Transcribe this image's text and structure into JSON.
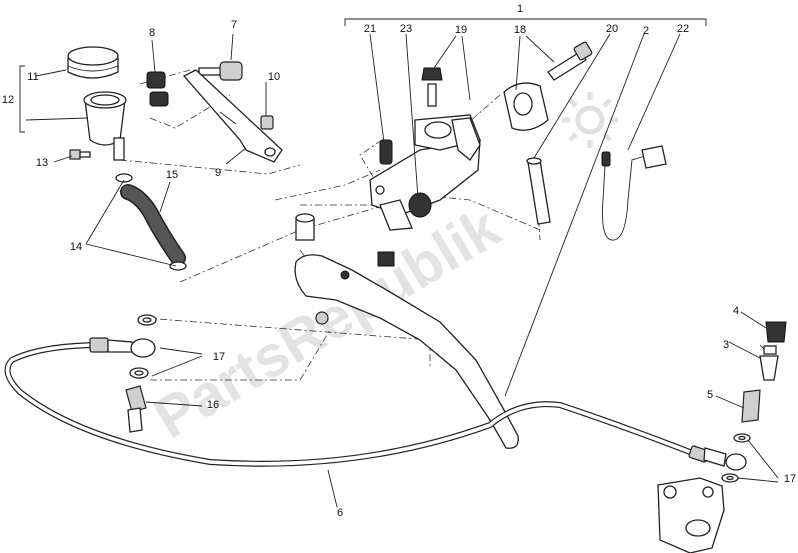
{
  "callouts": {
    "c1": "1",
    "c2": "2",
    "c3": "3",
    "c4": "4",
    "c5": "5",
    "c6": "6",
    "c7": "7",
    "c8": "8",
    "c9": "9",
    "c10": "10",
    "c11": "11",
    "c12": "12",
    "c13": "13",
    "c14": "14",
    "c15": "15",
    "c16": "16",
    "c17a": "17",
    "c17b": "17",
    "c18": "18",
    "c19": "19",
    "c20": "20",
    "c21": "21",
    "c22": "22",
    "c23": "23"
  },
  "watermark": {
    "text": "PartsRepublik"
  }
}
